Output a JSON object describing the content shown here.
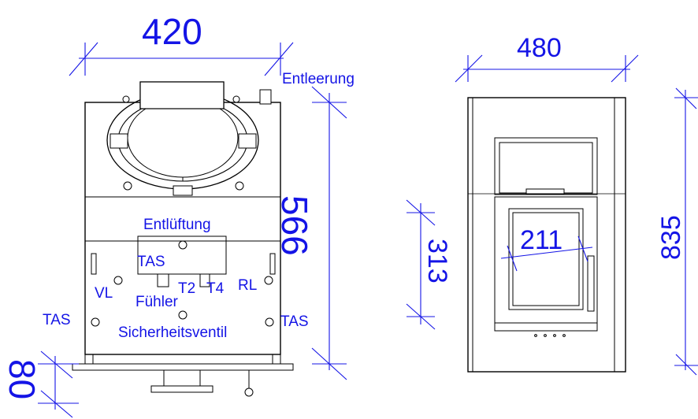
{
  "dimensions": {
    "left_width": "420",
    "left_height": "566",
    "left_bottom": "80",
    "right_width": "480",
    "right_height": "835",
    "right_glass_height": "313",
    "right_glass_width": "211"
  },
  "labels": {
    "entleerung": "Entleerung",
    "entlueftung": "Entlüftung",
    "tas_top": "TAS",
    "vl": "VL",
    "t2": "T2",
    "t4": "T4",
    "rl": "RL",
    "fuehler": "Fühler",
    "tas_left": "TAS",
    "tas_right": "TAS",
    "sicherheitsventil": "Sicherheitsventil"
  },
  "colors": {
    "dimension": "#1414e6",
    "line": "#000000"
  }
}
